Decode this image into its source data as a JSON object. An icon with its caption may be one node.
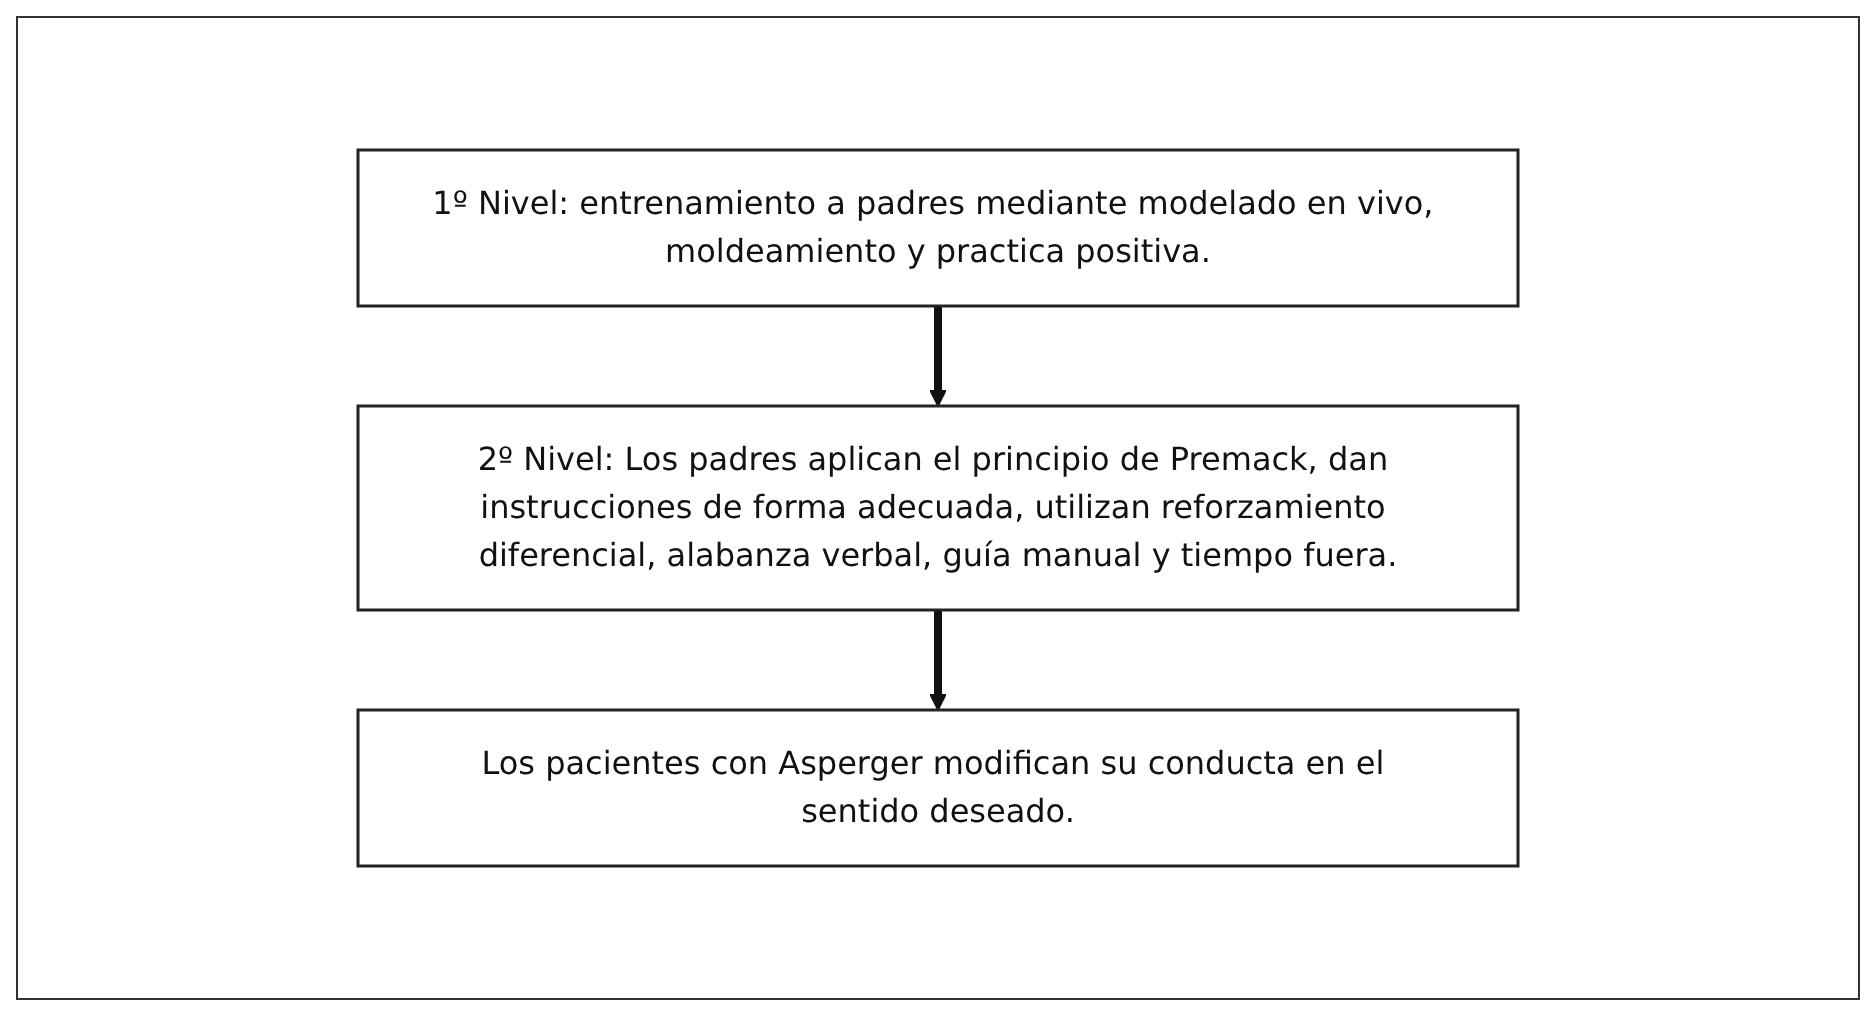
{
  "diagram": {
    "nodes": [
      {
        "text": [
          "1º Nivel: entrenamiento a padres mediante modelado en vivo, moldeamiento y practica positiva."
        ]
      },
      {
        "text": [
          "2º Nivel: Los padres aplican el principio de Premack, dan instrucciones de forma adecuada, utilizan reforzamiento diferencial, alabanza verbal, guía manual y tiempo fuera."
        ]
      },
      {
        "text": [
          "Los pacientes con Asperger modifican su conducta en el sentido deseado."
        ]
      }
    ],
    "edges": [
      {
        "from": 0,
        "to": 1,
        "arrow": "to"
      },
      {
        "from": 1,
        "to": 2,
        "arrow": "to"
      }
    ]
  }
}
